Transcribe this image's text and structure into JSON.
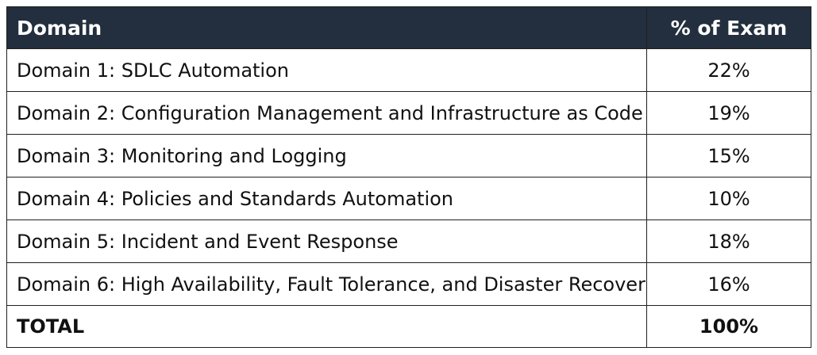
{
  "table": {
    "headers": {
      "domain": "Domain",
      "percent": "% of Exam"
    },
    "rows": [
      {
        "domain": "Domain 1: SDLC Automation",
        "percent": "22%"
      },
      {
        "domain": "Domain 2: Configuration Management and Infrastructure as Code",
        "percent": "19%"
      },
      {
        "domain": "Domain 3: Monitoring and Logging",
        "percent": "15%"
      },
      {
        "domain": "Domain 4: Policies and Standards Automation",
        "percent": "10%"
      },
      {
        "domain": "Domain 5: Incident and Event Response",
        "percent": "18%"
      },
      {
        "domain": "Domain 6: High Availability, Fault Tolerance, and Disaster Recover",
        "percent": "16%"
      }
    ],
    "total": {
      "label": "TOTAL",
      "percent": "100%"
    },
    "colors": {
      "header_bg": "#232f3e",
      "header_text": "#ffffff",
      "border": "#1f1f1f"
    }
  }
}
